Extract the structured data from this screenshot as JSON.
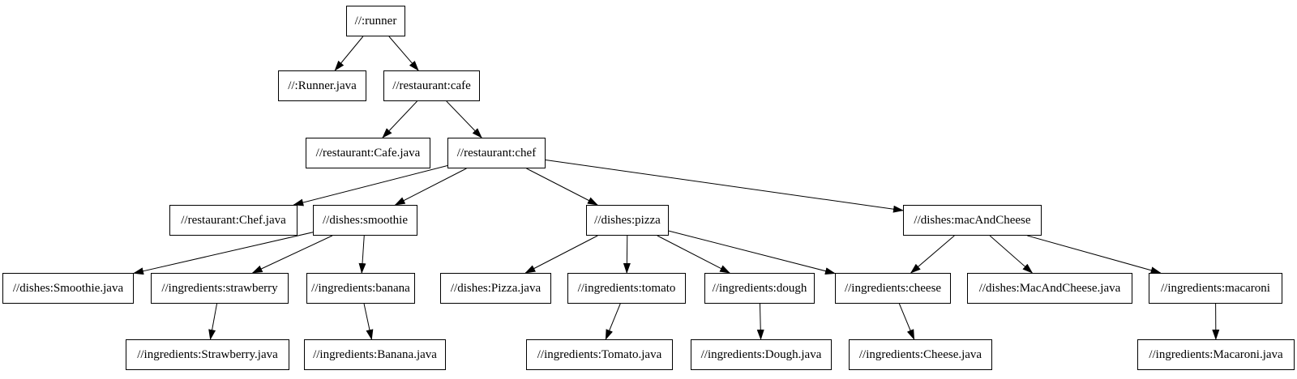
{
  "diagram": {
    "type": "graph",
    "colors": {
      "background": "#ffffff",
      "node_border": "#000000",
      "node_fill": "#ffffff",
      "edge": "#000000",
      "text": "#000000"
    },
    "nodes": [
      {
        "id": "runner",
        "label": "//:runner"
      },
      {
        "id": "runner_java",
        "label": "//:Runner.java"
      },
      {
        "id": "cafe",
        "label": "//restaurant:cafe"
      },
      {
        "id": "cafe_java",
        "label": "//restaurant:Cafe.java"
      },
      {
        "id": "chef",
        "label": "//restaurant:chef"
      },
      {
        "id": "chef_java",
        "label": "//restaurant:Chef.java"
      },
      {
        "id": "smoothie",
        "label": "//dishes:smoothie"
      },
      {
        "id": "smoothie_java",
        "label": "//dishes:Smoothie.java"
      },
      {
        "id": "strawberry",
        "label": "//ingredients:strawberry"
      },
      {
        "id": "strawberry_java",
        "label": "//ingredients:Strawberry.java"
      },
      {
        "id": "banana",
        "label": "//ingredients:banana"
      },
      {
        "id": "banana_java",
        "label": "//ingredients:Banana.java"
      },
      {
        "id": "pizza",
        "label": "//dishes:pizza"
      },
      {
        "id": "pizza_java",
        "label": "//dishes:Pizza.java"
      },
      {
        "id": "tomato",
        "label": "//ingredients:tomato"
      },
      {
        "id": "tomato_java",
        "label": "//ingredients:Tomato.java"
      },
      {
        "id": "dough",
        "label": "//ingredients:dough"
      },
      {
        "id": "dough_java",
        "label": "//ingredients:Dough.java"
      },
      {
        "id": "cheese",
        "label": "//ingredients:cheese"
      },
      {
        "id": "cheese_java",
        "label": "//ingredients:Cheese.java"
      },
      {
        "id": "macandcheese",
        "label": "//dishes:macAndCheese"
      },
      {
        "id": "macandcheese_java",
        "label": "//dishes:MacAndCheese.java"
      },
      {
        "id": "macaroni",
        "label": "//ingredients:macaroni"
      },
      {
        "id": "macaroni_java",
        "label": "//ingredients:Macaroni.java"
      }
    ],
    "edges": [
      {
        "from": "runner",
        "to": "runner_java"
      },
      {
        "from": "runner",
        "to": "cafe"
      },
      {
        "from": "cafe",
        "to": "cafe_java"
      },
      {
        "from": "cafe",
        "to": "chef"
      },
      {
        "from": "chef",
        "to": "chef_java"
      },
      {
        "from": "chef",
        "to": "smoothie"
      },
      {
        "from": "chef",
        "to": "pizza"
      },
      {
        "from": "chef",
        "to": "macandcheese"
      },
      {
        "from": "smoothie",
        "to": "smoothie_java"
      },
      {
        "from": "smoothie",
        "to": "strawberry"
      },
      {
        "from": "smoothie",
        "to": "banana"
      },
      {
        "from": "strawberry",
        "to": "strawberry_java"
      },
      {
        "from": "banana",
        "to": "banana_java"
      },
      {
        "from": "pizza",
        "to": "pizza_java"
      },
      {
        "from": "pizza",
        "to": "tomato"
      },
      {
        "from": "pizza",
        "to": "dough"
      },
      {
        "from": "pizza",
        "to": "cheese"
      },
      {
        "from": "tomato",
        "to": "tomato_java"
      },
      {
        "from": "dough",
        "to": "dough_java"
      },
      {
        "from": "cheese",
        "to": "cheese_java"
      },
      {
        "from": "macandcheese",
        "to": "cheese"
      },
      {
        "from": "macandcheese",
        "to": "macandcheese_java"
      },
      {
        "from": "macandcheese",
        "to": "macaroni"
      },
      {
        "from": "macaroni",
        "to": "macaroni_java"
      }
    ]
  }
}
